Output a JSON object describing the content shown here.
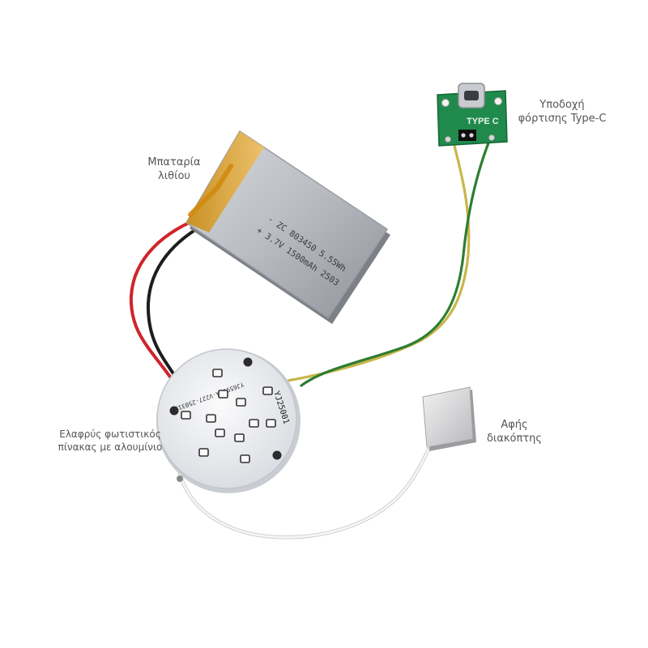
{
  "labels": {
    "battery": [
      "Μπαταρία",
      "λιθίου"
    ],
    "typec": [
      "Υποδοχή",
      "φόρτισης Type-C"
    ],
    "board": [
      "Ελαφρύς φωτιστικός",
      "πίνακας με αλουμίνιο"
    ],
    "switch": [
      "Αφής",
      "διακόπτης"
    ]
  },
  "battery_print": {
    "line1": "- ZC 803450 5.55Wh",
    "line2": "+ 3.7V 1500mAh 2503"
  },
  "pcb_print": {
    "typec": "TYPE C"
  },
  "board_print": {
    "model": "YJ25001",
    "code": "YJ65993A-V227-250319"
  },
  "colors": {
    "red_wire": "#d0242a",
    "black_wire": "#1e1e1e",
    "green_wire": "#2e7d32",
    "yellow_wire": "#c9b54a",
    "white_wire": "#f4f4f4",
    "pcb": "#1f8a4c",
    "board": "#eef0f3",
    "battery": "#b9bcc2",
    "tape": "#e0a52a"
  }
}
